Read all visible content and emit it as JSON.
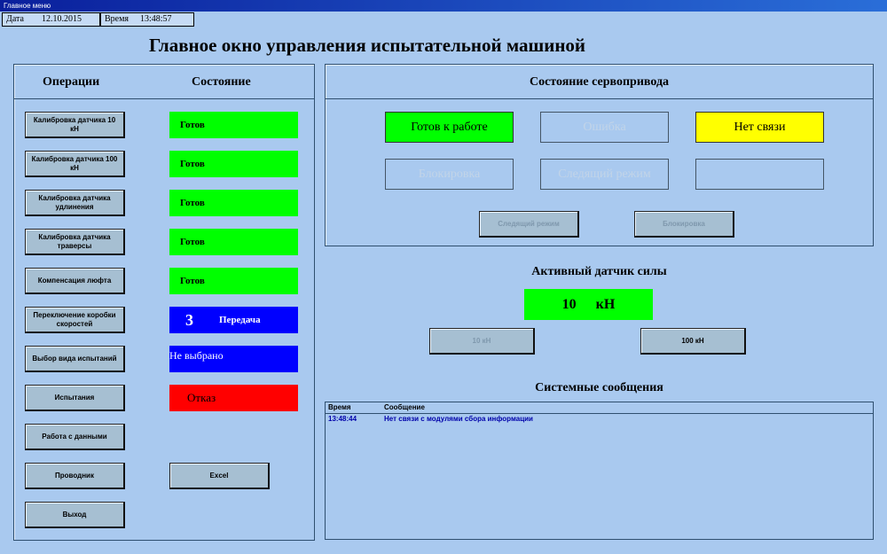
{
  "window": {
    "title": "Главное меню"
  },
  "infobar": {
    "date_label": "Дата",
    "date_value": "12.10.2015",
    "time_label": "Время",
    "time_value": "13:48:57"
  },
  "page_title": "Главное окно управления испытательной машиной",
  "operations": {
    "col_operations": "Операции",
    "col_state": "Состояние",
    "buttons": [
      "Калибровка датчика 10 кН",
      "Калибровка датчика 100 кН",
      "Калибровка датчика удлинения",
      "Калибровка датчика траверсы",
      "Компенсация люфта",
      "Переключение коробки скоростей",
      "Выбор вида испытаний",
      "Испытания",
      "Работа с данными",
      "Проводник",
      "Выход"
    ],
    "states": [
      {
        "text": "Готов",
        "color": "#00ff00"
      },
      {
        "text": "Готов",
        "color": "#00ff00"
      },
      {
        "text": "Готов",
        "color": "#00ff00"
      },
      {
        "text": "Готов",
        "color": "#00ff00"
      },
      {
        "text": "Готов",
        "color": "#00ff00"
      },
      {
        "gear_number": "3",
        "text": "Передача",
        "color": "#0000ff"
      },
      {
        "text": "Не выбрано",
        "color": "#0000ff"
      },
      {
        "text": "Отказ",
        "color": "#ff0000"
      }
    ],
    "excel_button": "Excel"
  },
  "servo": {
    "title": "Состояние сервопривода",
    "indicators": [
      {
        "text": "Готов к работе",
        "color": "#00ff00",
        "active": true
      },
      {
        "text": "Ошибка",
        "active": false
      },
      {
        "text": "Нет связи",
        "color": "#ffff00",
        "active": true
      },
      {
        "text": "Блокировка",
        "active": false
      },
      {
        "text": "Следящий режим",
        "active": false
      },
      {
        "text": "",
        "active": false
      }
    ],
    "tracking_button": "Следящий режим",
    "lock_button": "Блокировка"
  },
  "force_sensor": {
    "title": "Активный датчик силы",
    "value": "10",
    "unit": "кН",
    "button_10": "10 кН",
    "button_100": "100 кН"
  },
  "messages": {
    "title": "Системные сообщения",
    "col_time": "Время",
    "col_message": "Сообщение",
    "rows": [
      {
        "time": "13:48:44",
        "message": "Нет связи с модулями сбора информации"
      }
    ]
  }
}
